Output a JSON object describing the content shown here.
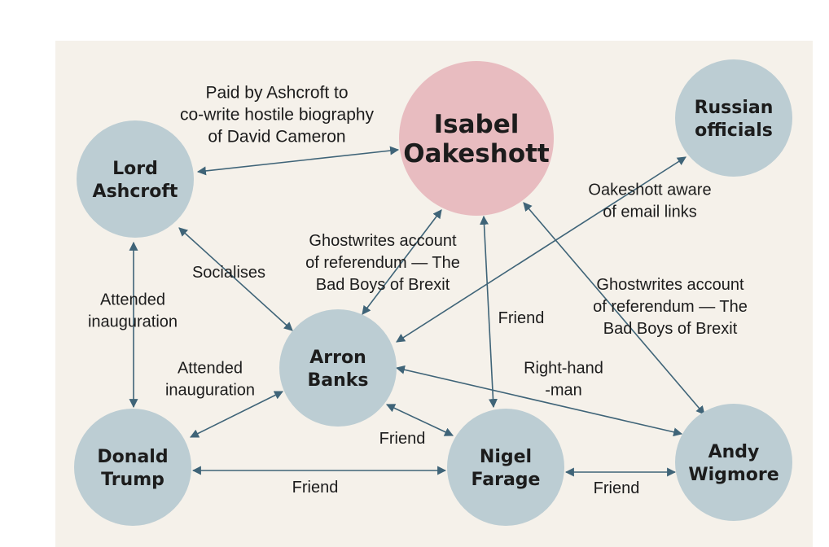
{
  "colors": {
    "panel": "#f5f1ea",
    "person_node": "#bccdd3",
    "highlight_node": "#e8bcc0",
    "edge": "#3f6478",
    "text": "#1c1c1c"
  },
  "nodes": {
    "oakeshott": {
      "lines": [
        "Isabel",
        "Oakeshott"
      ],
      "highlight": true
    },
    "russian": {
      "lines": [
        "Russian",
        "officials"
      ],
      "highlight": false
    },
    "ashcroft": {
      "lines": [
        "Lord",
        "Ashcroft"
      ],
      "highlight": false
    },
    "banks": {
      "lines": [
        "Arron",
        "Banks"
      ],
      "highlight": false
    },
    "trump": {
      "lines": [
        "Donald",
        "Trump"
      ],
      "highlight": false
    },
    "farage": {
      "lines": [
        "Nigel",
        "Farage"
      ],
      "highlight": false
    },
    "wigmore": {
      "lines": [
        "Andy",
        "Wigmore"
      ],
      "highlight": false
    }
  },
  "edges": [
    {
      "id": "ashcroft-oakeshott",
      "from": "ashcroft",
      "to": "oakeshott",
      "direction": "both",
      "label": [
        "Paid by Ashcroft to",
        "co-write hostile biography",
        "of David Cameron"
      ]
    },
    {
      "id": "banks-oakeshott",
      "from": "banks",
      "to": "oakeshott",
      "direction": "both",
      "label": [
        "Ghostwrites account",
        "of referendum — The",
        "Bad Boys of Brexit"
      ]
    },
    {
      "id": "banks-russian",
      "from": "banks",
      "to": "russian",
      "direction": "both",
      "label": [
        "Oakeshott aware",
        "of email links"
      ]
    },
    {
      "id": "wigmore-oakeshott",
      "from": "wigmore",
      "to": "oakeshott",
      "direction": "both",
      "label": [
        "Ghostwrites account",
        "of referendum — The",
        "Bad Boys of Brexit"
      ]
    },
    {
      "id": "farage-oakeshott",
      "from": "farage",
      "to": "oakeshott",
      "direction": "both",
      "label": [
        "Friend"
      ]
    },
    {
      "id": "ashcroft-banks",
      "from": "ashcroft",
      "to": "banks",
      "direction": "both",
      "label": [
        "Socialises"
      ]
    },
    {
      "id": "ashcroft-trump",
      "from": "ashcroft",
      "to": "trump",
      "direction": "both",
      "label": [
        "Attended",
        "inauguration"
      ]
    },
    {
      "id": "banks-trump",
      "from": "banks",
      "to": "trump",
      "direction": "both",
      "label": [
        "Attended",
        "inauguration"
      ]
    },
    {
      "id": "banks-farage",
      "from": "banks",
      "to": "farage",
      "direction": "both",
      "label": [
        "Friend"
      ]
    },
    {
      "id": "banks-wigmore",
      "from": "banks",
      "to": "wigmore",
      "direction": "both",
      "label": [
        "Right-hand",
        "-man"
      ]
    },
    {
      "id": "trump-farage",
      "from": "trump",
      "to": "farage",
      "direction": "both",
      "label": [
        "Friend"
      ]
    },
    {
      "id": "farage-wigmore",
      "from": "farage",
      "to": "wigmore",
      "direction": "both",
      "label": [
        "Friend"
      ]
    }
  ]
}
